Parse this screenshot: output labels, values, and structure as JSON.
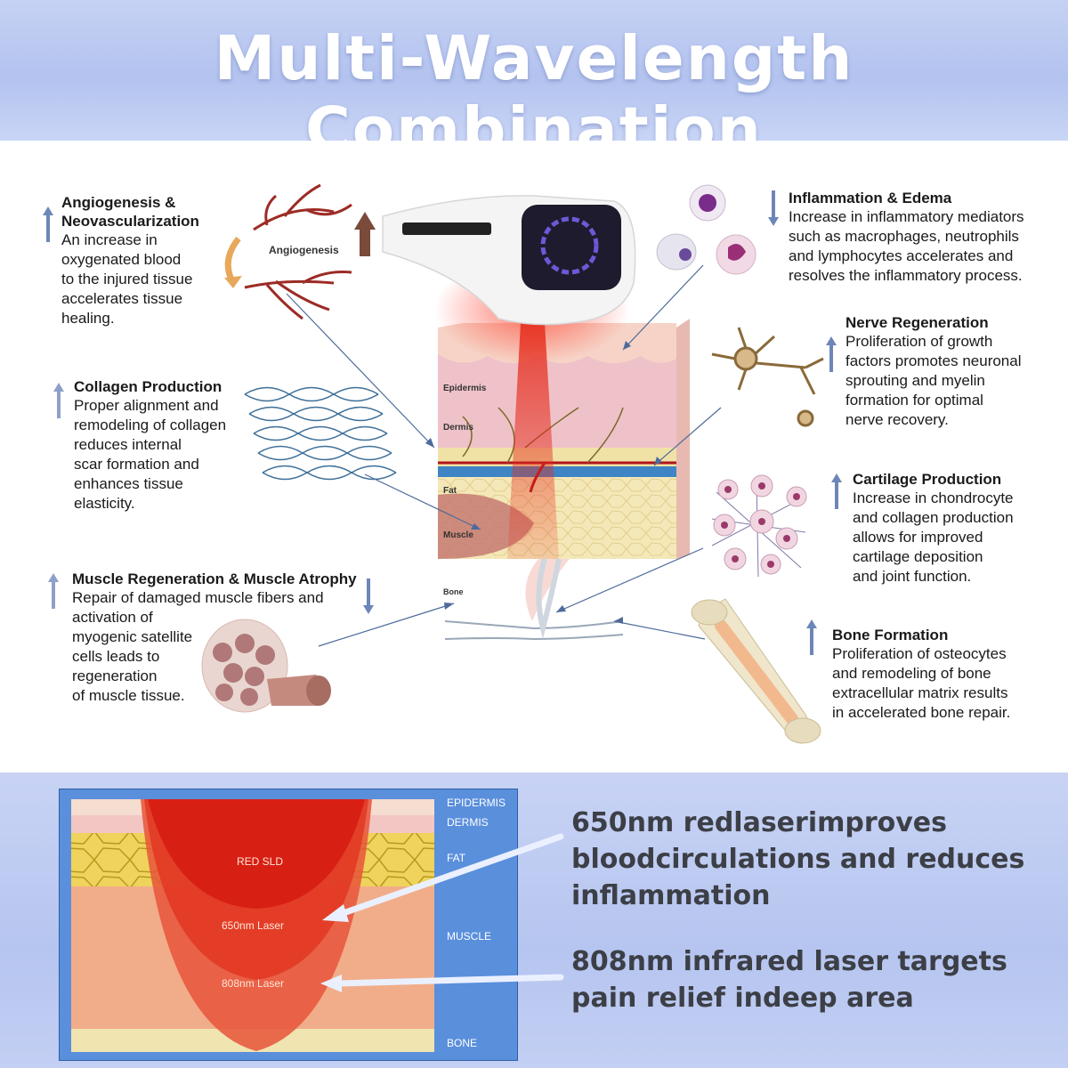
{
  "header": {
    "title": "Multi-Wavelength Combination"
  },
  "blocks": {
    "angiogenesis": {
      "title": "Angiogenesis &\nNeovascularization",
      "desc": "An increase in\noxygenated blood\nto the injured tissue\naccelerates tissue\nhealing.",
      "label": "Angiogenesis"
    },
    "collagen": {
      "title": "Collagen Production",
      "desc": "Proper alignment and\nremodeling of collagen\nreduces internal\nscar formation and\nenhances tissue\nelasticity."
    },
    "muscle": {
      "title": "Muscle Regeneration & Muscle Atrophy",
      "desc": "Repair of damaged muscle fibers and\nactivation of\nmyogenic satellite\ncells leads to\nregeneration\nof muscle tissue."
    },
    "inflammation": {
      "title": "Inflammation & Edema",
      "desc": "Increase in inflammatory mediators\nsuch as macrophages, neutrophils\nand lymphocytes accelerates and\nresolves the inflammatory process."
    },
    "nerve": {
      "title": "Nerve Regeneration",
      "desc": "Proliferation of growth\nfactors promotes neuronal\nsprouting and myelin\nformation for optimal\nnerve recovery."
    },
    "cartilage": {
      "title": "Cartilage Production",
      "desc": "Increase in chondrocyte\nand collagen production\nallows for improved\ncartilage deposition\nand joint function."
    },
    "bone": {
      "title": "Bone Formation",
      "desc": "Proliferation of osteocytes\nand remodeling of bone\nextracellular matrix results\nin accelerated bone repair."
    }
  },
  "skin_labels": {
    "epidermis": "Epidermis",
    "dermis": "Dermis",
    "fat": "Fat",
    "muscle": "Muscle",
    "bone": "Bone"
  },
  "bottom": {
    "layers": {
      "epidermis": "EPIDERMIS",
      "dermis": "DERMIS",
      "fat": "FAT",
      "muscle": "MUSCLE",
      "bone": "BONE"
    },
    "beams": {
      "red_sld": "RED SLD",
      "laser_650": "650nm Laser",
      "laser_808": "808nm Laser"
    },
    "text_650": "650nm redlaserimproves\nbloodcirculations and reduces\ninflammation",
    "text_808": "808nm infrared laser targets\npain relief indeep area"
  },
  "colors": {
    "banner": "#b9c8f1",
    "up_arrow": "#8ea0c8",
    "beam_red": "#e0301e",
    "panel_blue": "#5b8fd8"
  }
}
